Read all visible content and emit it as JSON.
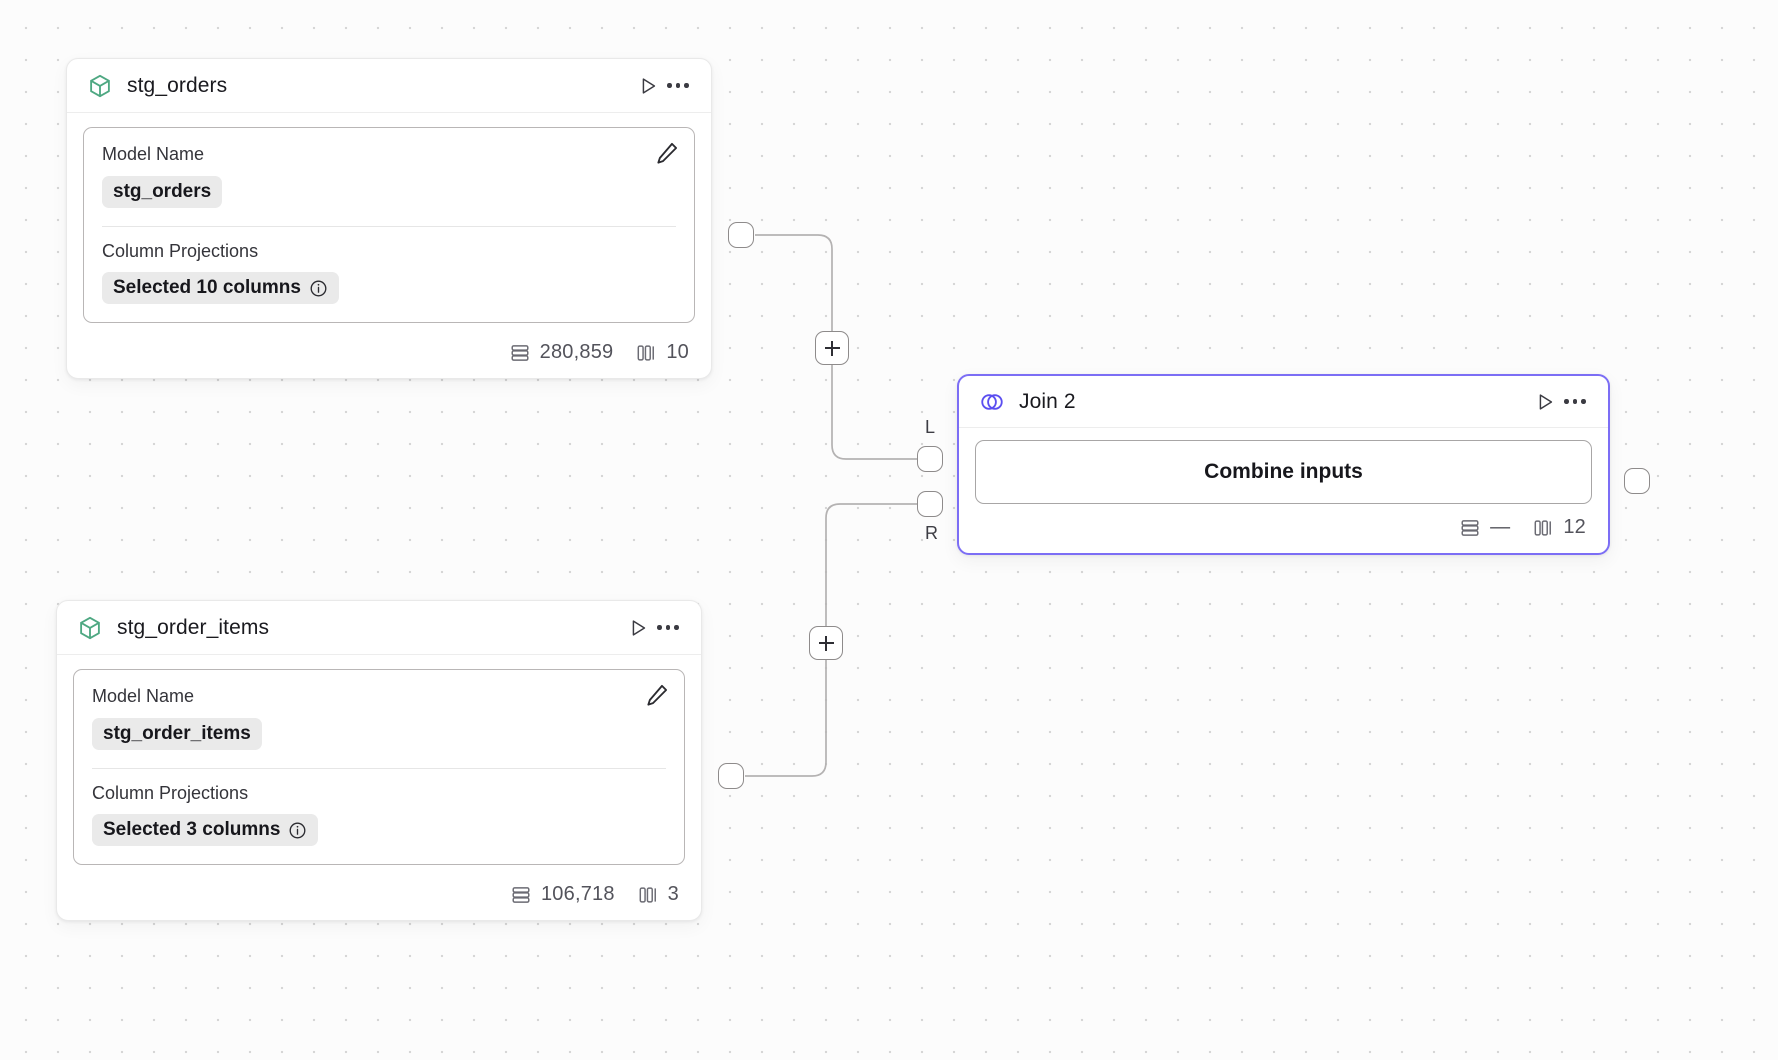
{
  "canvas": {
    "background_color": "#fcfcfc",
    "grid_dot_color": "#d6d6d6",
    "accent_color": "#7c6ef5",
    "model_icon_color": "#4ea882"
  },
  "nodes": [
    {
      "id": "stg_orders",
      "type": "model",
      "icon": "cube-icon",
      "title": "stg_orders",
      "run_label": "run-icon",
      "menu_label": "more-options-icon",
      "fields": [
        {
          "label": "Model Name",
          "value": "stg_orders",
          "has_info": false
        },
        {
          "label": "Column Projections",
          "value": "Selected 10 columns",
          "has_info": true
        }
      ],
      "footer": {
        "rows_icon": "rows-icon",
        "rows": "280,859",
        "cols_icon": "columns-icon",
        "cols": "10"
      }
    },
    {
      "id": "stg_order_items",
      "type": "model",
      "icon": "cube-icon",
      "title": "stg_order_items",
      "run_label": "run-icon",
      "menu_label": "more-options-icon",
      "fields": [
        {
          "label": "Model Name",
          "value": "stg_order_items",
          "has_info": false
        },
        {
          "label": "Column Projections",
          "value": "Selected 3 columns",
          "has_info": true
        }
      ],
      "footer": {
        "rows_icon": "rows-icon",
        "rows": "106,718",
        "cols_icon": "columns-icon",
        "cols": "3"
      }
    },
    {
      "id": "join_2",
      "type": "join",
      "icon": "venn-join-icon",
      "title": "Join 2",
      "run_label": "run-icon",
      "menu_label": "more-options-icon",
      "action_label": "Combine inputs",
      "selected": true,
      "input_ports": [
        {
          "key": "L",
          "label": "L"
        },
        {
          "key": "R",
          "label": "R"
        }
      ],
      "footer": {
        "rows_icon": "rows-icon",
        "rows": "—",
        "cols_icon": "columns-icon",
        "cols": "12"
      }
    }
  ],
  "edges": [
    {
      "from": "stg_orders",
      "to": "join_2.L",
      "add_button": "+"
    },
    {
      "from": "stg_order_items",
      "to": "join_2.R",
      "add_button": "+"
    }
  ],
  "labels": {
    "add_node_button": "+"
  }
}
